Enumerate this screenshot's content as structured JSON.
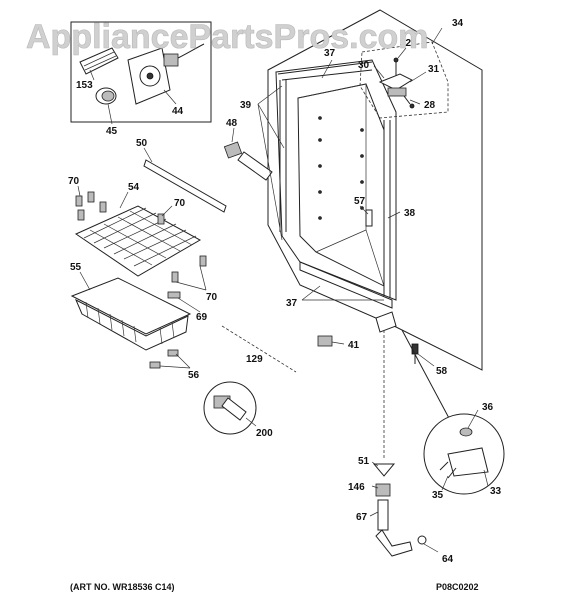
{
  "watermark": "AppliancePartsPros.com",
  "labels": [
    {
      "id": "34",
      "text": "34"
    },
    {
      "id": "37a",
      "text": "37"
    },
    {
      "id": "30",
      "text": "30"
    },
    {
      "id": "32",
      "text": "32"
    },
    {
      "id": "31",
      "text": "31"
    },
    {
      "id": "28",
      "text": "28"
    },
    {
      "id": "153",
      "text": "153"
    },
    {
      "id": "44",
      "text": "44"
    },
    {
      "id": "45",
      "text": "45"
    },
    {
      "id": "39",
      "text": "39"
    },
    {
      "id": "48",
      "text": "48"
    },
    {
      "id": "50",
      "text": "50"
    },
    {
      "id": "70a",
      "text": "70"
    },
    {
      "id": "54",
      "text": "54"
    },
    {
      "id": "70b",
      "text": "70"
    },
    {
      "id": "57",
      "text": "57"
    },
    {
      "id": "38",
      "text": "38"
    },
    {
      "id": "55",
      "text": "55"
    },
    {
      "id": "70c",
      "text": "70"
    },
    {
      "id": "69",
      "text": "69"
    },
    {
      "id": "37b",
      "text": "37"
    },
    {
      "id": "41",
      "text": "41"
    },
    {
      "id": "129",
      "text": "129"
    },
    {
      "id": "56",
      "text": "56"
    },
    {
      "id": "58",
      "text": "58"
    },
    {
      "id": "200",
      "text": "200"
    },
    {
      "id": "36",
      "text": "36"
    },
    {
      "id": "51",
      "text": "51"
    },
    {
      "id": "146",
      "text": "146"
    },
    {
      "id": "35",
      "text": "35"
    },
    {
      "id": "33",
      "text": "33"
    },
    {
      "id": "67",
      "text": "67"
    },
    {
      "id": "64",
      "text": "64"
    }
  ],
  "footer": {
    "art_no": "(ART NO. WR18536 C14)",
    "code": "P08C0202"
  }
}
